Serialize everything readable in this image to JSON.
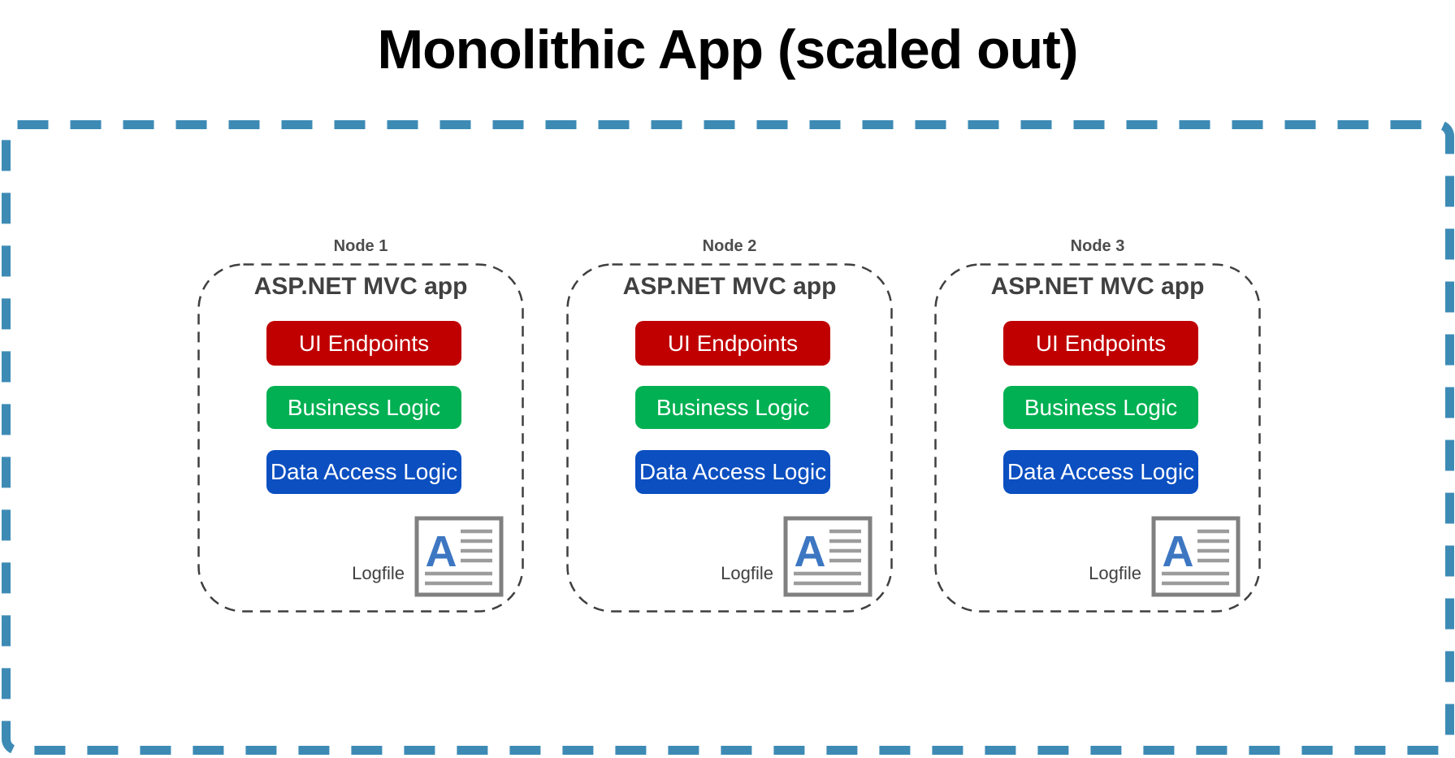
{
  "title": "Monolithic App (scaled out)",
  "colors": {
    "title_text": "#000000",
    "outer_border": "#3D8BB5",
    "node_border": "#3F3F3F",
    "node_label_text": "#4D4D4D",
    "app_title_text": "#404040",
    "layer_ui_endpoints": "#C00000",
    "layer_business_logic": "#00B052",
    "layer_data_access": "#0B4FC1",
    "layer_text": "#FFFFFF",
    "logfile_icon_border": "#808080",
    "logfile_icon_lines": "#9C9C9C",
    "logfile_icon_letter": "#3D77C2"
  },
  "logfile_icon_letter_glyph": "A",
  "nodes": [
    {
      "label": "Node 1",
      "app_title": "ASP.NET MVC app",
      "layers": [
        {
          "name": "ui-endpoints",
          "label": "UI Endpoints"
        },
        {
          "name": "business-logic",
          "label": "Business Logic"
        },
        {
          "name": "data-access-logic",
          "label": "Data Access Logic"
        }
      ],
      "logfile_label": "Logfile"
    },
    {
      "label": "Node 2",
      "app_title": "ASP.NET MVC app",
      "layers": [
        {
          "name": "ui-endpoints",
          "label": "UI Endpoints"
        },
        {
          "name": "business-logic",
          "label": "Business Logic"
        },
        {
          "name": "data-access-logic",
          "label": "Data Access Logic"
        }
      ],
      "logfile_label": "Logfile"
    },
    {
      "label": "Node 3",
      "app_title": "ASP.NET MVC app",
      "layers": [
        {
          "name": "ui-endpoints",
          "label": "UI Endpoints"
        },
        {
          "name": "business-logic",
          "label": "Business Logic"
        },
        {
          "name": "data-access-logic",
          "label": "Data Access Logic"
        }
      ],
      "logfile_label": "Logfile"
    }
  ]
}
